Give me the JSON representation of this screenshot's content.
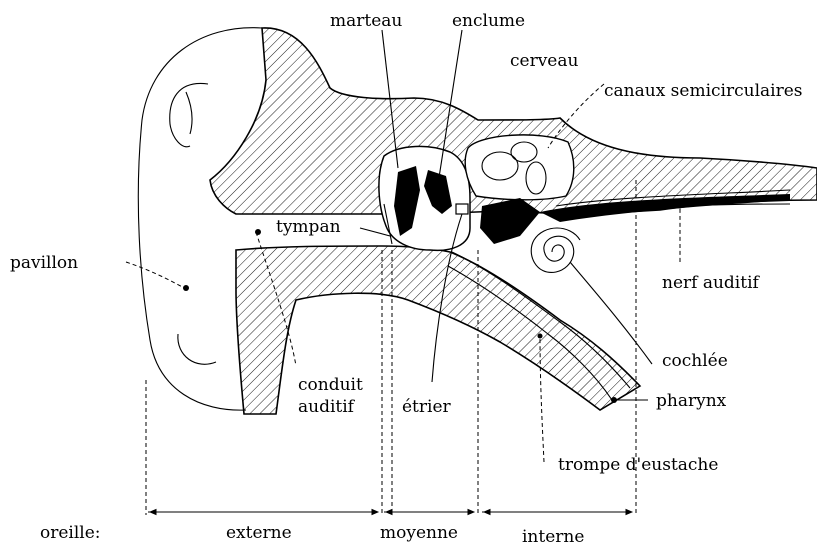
{
  "labels": {
    "marteau": "marteau",
    "enclume": "enclume",
    "cerveau": "cerveau",
    "canaux": "canaux semicirculaires",
    "tympan": "tympan",
    "pavillon": "pavillon",
    "nerf": "nerf auditif",
    "conduit_1": "conduit",
    "conduit_2": "auditif",
    "etrier": "étrier",
    "cochlee": "cochlée",
    "pharynx": "pharynx",
    "trompe": "trompe d'eustache",
    "oreille": "oreille:",
    "externe": "externe",
    "moyenne": "moyenne",
    "interne": "interne"
  }
}
